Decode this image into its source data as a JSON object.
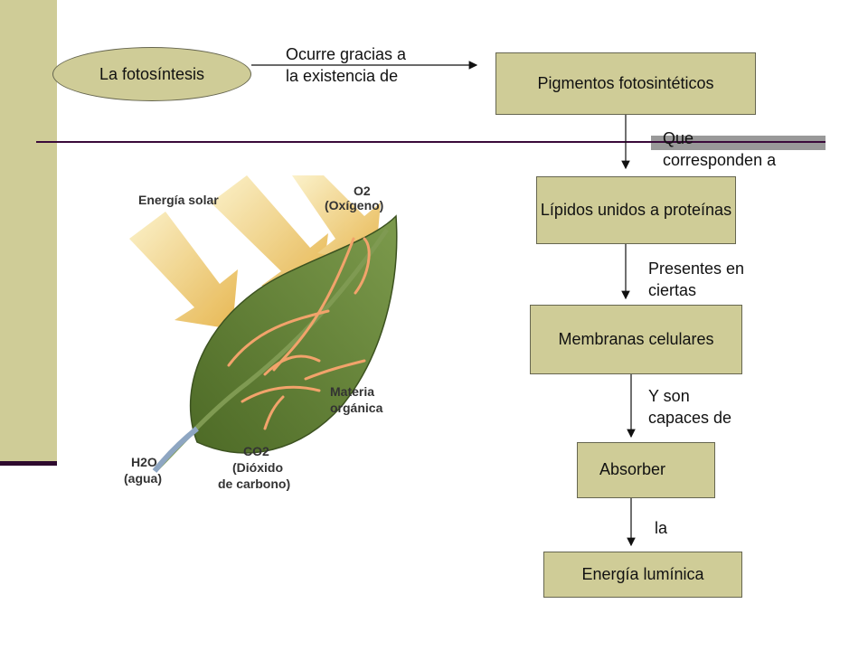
{
  "colors": {
    "box_fill": "#cfcc97",
    "sidebar": "#cfcc97",
    "line": "#3a0a3a",
    "accent_grey": "#999999"
  },
  "diagram": {
    "start": "La fotosíntesis",
    "link_1": "Ocurre gracias a\nla existencia de",
    "box_pigmentos": "Pigmentos fotosintéticos",
    "link_2": "Que\ncorresponden a",
    "box_lipidos": "Lípidos unidos\na proteínas",
    "link_3": "Presentes en\nciertas",
    "box_membranas": "Membranas celulares",
    "link_4": "Y son\ncapaces de",
    "box_absorber": "Absorber",
    "link_5": "la",
    "box_energia": "Energía lumínica"
  },
  "illustration": {
    "icon": "leaf-photosynthesis-illustration",
    "energia_solar": "Energía solar",
    "o2_line1": "O2",
    "o2_line2": "(Oxígeno)",
    "materia_line1": "Materia",
    "materia_line2": "orgánica",
    "h2o_line1": "H2O",
    "h2o_line2": "(agua)",
    "co2_line1": "CO2",
    "co2_line2": "(Dióxido",
    "co2_line3": "de carbono)"
  }
}
